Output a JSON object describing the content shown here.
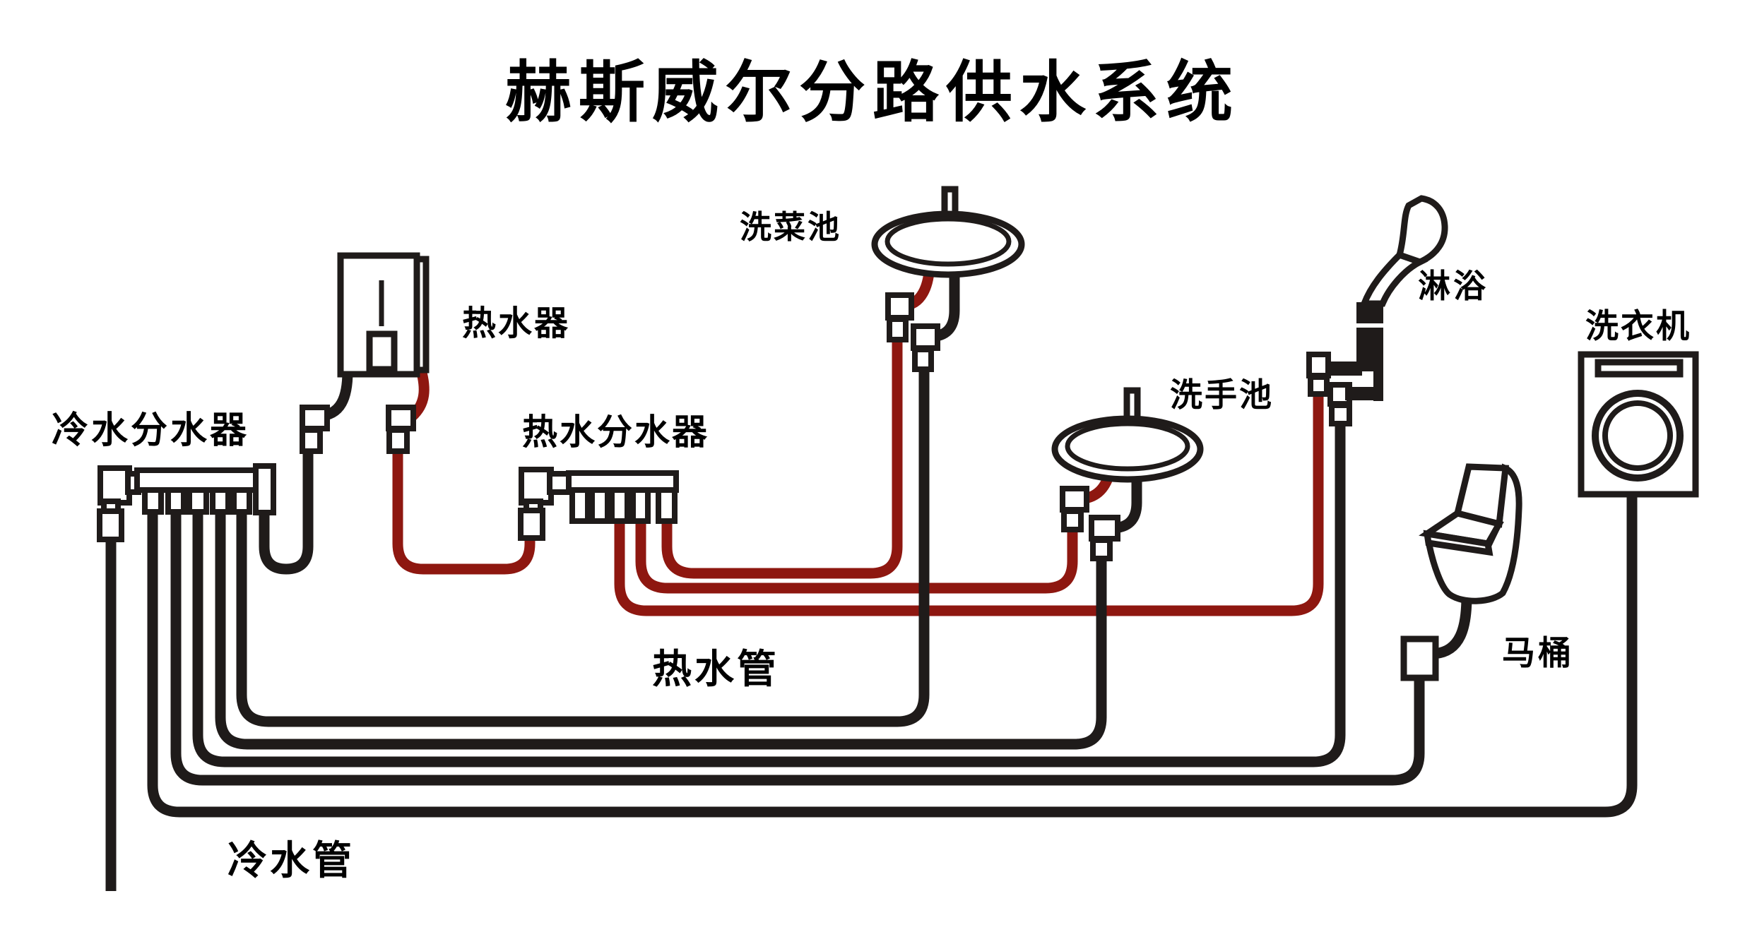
{
  "title": "赫斯威尔分路供水系统",
  "colors": {
    "hot_pipe": "#8e1710",
    "cold_pipe": "#1f1b1a",
    "background": "#ffffff"
  },
  "labels": {
    "cold_manifold": "冷水分水器",
    "water_heater": "热水器",
    "hot_manifold": "热水分水器",
    "kitchen_sink": "洗菜池",
    "hand_basin": "洗手池",
    "shower": "淋浴",
    "washing_machine": "洗衣机",
    "toilet": "马桶",
    "hot_pipe": "热水管",
    "cold_pipe": "冷水管"
  },
  "system": {
    "cold_branches": [
      "洗菜池",
      "洗手池",
      "淋浴",
      "马桶",
      "洗衣机",
      "热水器"
    ],
    "hot_branches": [
      "洗菜池",
      "洗手池",
      "淋浴"
    ]
  }
}
